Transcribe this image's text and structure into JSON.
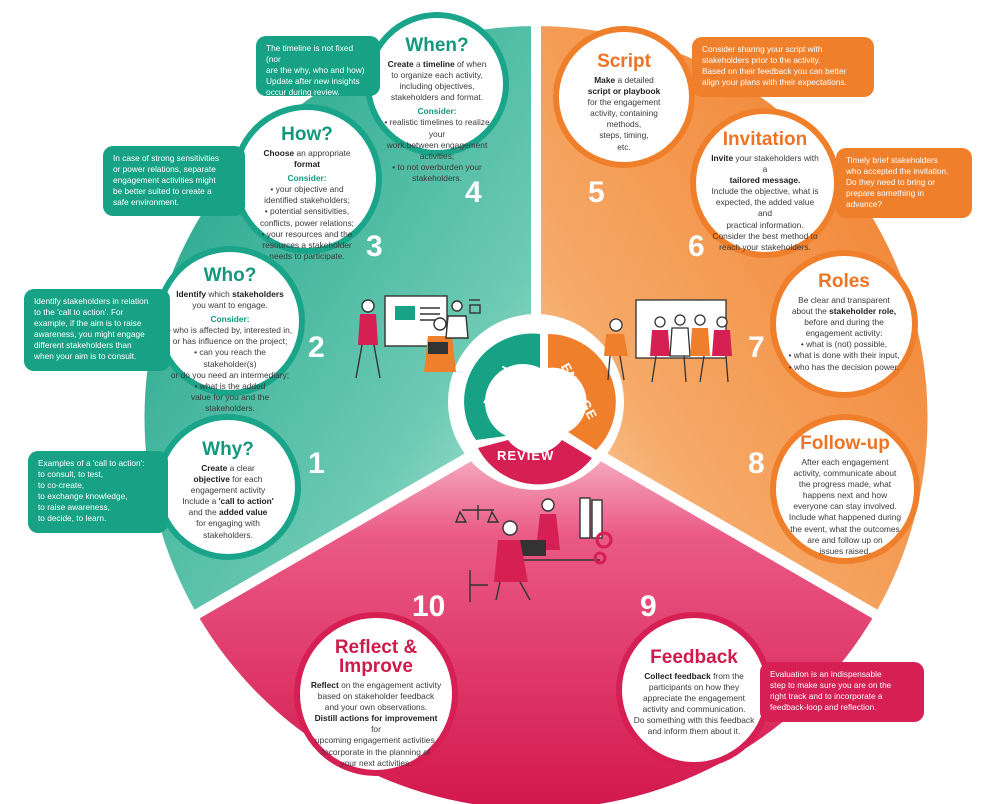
{
  "colors": {
    "teal": "#1aa58a",
    "orange": "#f07f2c",
    "red": "#d61f52"
  },
  "hub": {
    "plan": "PLAN",
    "engage": "ENGAGE",
    "review": "REVIEW"
  },
  "steps": {
    "why": {
      "title": "Why?",
      "number": "1",
      "l1a": "Create",
      "l1b": " a clear",
      "l2": "objective",
      "l2b": " for each",
      "l3": "engagement activity",
      "l4a": "Include a ",
      "l4b": "'call to action'",
      "l5a": "and the ",
      "l5b": "added value",
      "l6": "for engaging with",
      "l7": "stakeholders."
    },
    "who": {
      "title": "Who?",
      "number": "2",
      "l1a": "Identify",
      "l1b": " which ",
      "l1c": "stakeholders",
      "l2": "you want to engage.",
      "consider": "Consider:",
      "b1": "• who is affected by, interested in,",
      "b1b": "or has influence on the project;",
      "b2": "• can you reach the stakeholder(s)",
      "b2b": "or do you need an intermediary;",
      "b3": "• what is the added",
      "b3b": "value for you and the",
      "b3c": "stakeholders."
    },
    "how": {
      "title": "How?",
      "number": "3",
      "l1a": "Choose",
      "l1b": " an appropriate ",
      "l1c": "format",
      "consider": "Consider:",
      "b1": "• your objective and",
      "b1b": "identified stakeholders;",
      "b2": "• potential sensitivities,",
      "b2b": "conflicts, power relations;",
      "b3": "• your resources and the",
      "b3b": "resources a stakeholder",
      "b3c": "needs to participate."
    },
    "when": {
      "title": "When?",
      "number": "4",
      "l1a": "Create",
      "l1b": " a ",
      "l1c": "timeline",
      "l1d": " of when",
      "l2": "to organize each activity,",
      "l3": "including objectives,",
      "l4": "stakeholders and format.",
      "consider": "Consider:",
      "b1": "• realistic timelines to realize your",
      "b1b": "work between engagement",
      "b1c": "activities;",
      "b2": "• to not overburden your",
      "b2b": "stakeholders."
    },
    "script": {
      "title": "Script",
      "number": "5",
      "l1": "Make",
      "l1b": " a detailed",
      "l2": "script or playbook",
      "l3": "for the engagement",
      "l4": "activity, containing",
      "l5": "methods,",
      "l6": "steps, timing,",
      "l7": "etc."
    },
    "invitation": {
      "title": "Invitation",
      "number": "6",
      "l1a": "Invite",
      "l1b": " your stakeholders with a",
      "l2": "tailored message.",
      "l3": "Include the objective, what is",
      "l4": "expected, the added value and",
      "l5": "practical information.",
      "l6": "Consider the best method to",
      "l7": "reach your stakeholders."
    },
    "roles": {
      "title": "Roles",
      "number": "7",
      "l1": "Be clear and transparent",
      "l2a": "about the ",
      "l2b": "stakeholder role,",
      "l3": "before and during the",
      "l4": "engagement activity:",
      "b1": "• what is (not) possible,",
      "b2": "• what is done with their input,",
      "b3": "• who has the decision power."
    },
    "followup": {
      "title": "Follow-up",
      "number": "8",
      "l1": "After each engagement",
      "l2": "activity, communicate about",
      "l3": "the progress made, what",
      "l4": "happens next and how",
      "l5": "everyone can stay involved.",
      "l6": "Include what happened during",
      "l7": "the event, what the outcomes",
      "l8": "are and follow up on",
      "l9": "issues raised."
    },
    "feedback": {
      "title": "Feedback",
      "number": "9",
      "l1a": "Collect feedback",
      "l1b": " from the",
      "l2": "participants on how they",
      "l3": "appreciate the engagement",
      "l4": "activity and communication.",
      "l5": "Do something with this feedback",
      "l6": "and inform them about it."
    },
    "reflect": {
      "title1": "Reflect &",
      "title2": "Improve",
      "number": "10",
      "l1a": "Reflect",
      "l1b": " on the engagement activity",
      "l2": "based on stakeholder feedback",
      "l3": "and your own observations.",
      "l4a": "Distill actions for improvement",
      "l4b": " for",
      "l5": "upcoming engagement activities.",
      "l6": "Incorporate in the planning of",
      "l7": "your next activities."
    }
  },
  "notes": {
    "why": {
      "l1": "Examples of a 'call to action':",
      "l2": "to consult, to test,",
      "l3": "to co-create,",
      "l4": "to exchange knowledge,",
      "l5": "to raise awareness,",
      "l6": "to decide, to learn."
    },
    "who": {
      "l1": "Identify stakeholders in relation",
      "l2": "to the 'call to action'. For",
      "l3": "example, if the aim is to raise",
      "l4": "awareness, you might engage",
      "l5": "different stakeholders than",
      "l6": "when your aim is to consult."
    },
    "how": {
      "l1": "In case of strong sensitivities",
      "l2": "or power relations, separate",
      "l3": "engagement activities might",
      "l4": "be better suited to create a",
      "l5": "safe environment."
    },
    "when": {
      "l1": "The timeline is not fixed (nor",
      "l2": "are the why, who and how)",
      "l3": "Update after new insights",
      "l4": "occur during review."
    },
    "script": {
      "l1": "Consider sharing your script with",
      "l2": "stakeholders prior to the activity.",
      "l3": "Based on their feedback you can better",
      "l4": "align your plans with their expectations."
    },
    "invitation": {
      "l1": "Timely brief stakeholders",
      "l2": "who accepted the invitation.",
      "l3": "Do they need to bring or",
      "l4": "prepare something in",
      "l5": "advance?"
    },
    "feedback": {
      "l1": "Evaluation is an indispensable",
      "l2": "step to make sure you are on the",
      "l3": "right track and to incorporate a",
      "l4": "feedback-loop and reflection."
    }
  }
}
